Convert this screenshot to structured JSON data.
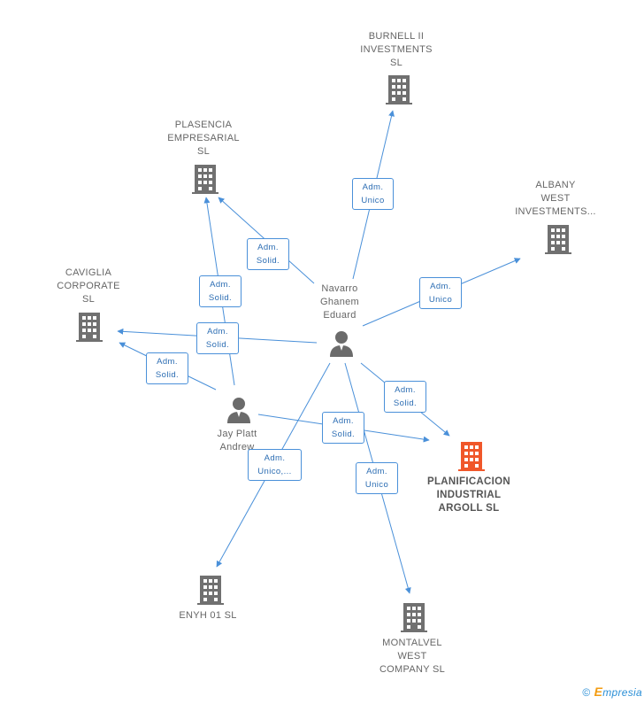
{
  "nodes": {
    "burnell": {
      "lines": [
        "BURNELL II",
        "INVESTMENTS",
        "SL"
      ],
      "kind": "company"
    },
    "plasencia": {
      "lines": [
        "PLASENCIA",
        "EMPRESARIAL",
        "SL"
      ],
      "kind": "company"
    },
    "albany": {
      "lines": [
        "ALBANY",
        "WEST",
        "INVESTMENTS..."
      ],
      "kind": "company"
    },
    "caviglia": {
      "lines": [
        "CAVIGLIA",
        "CORPORATE",
        "SL"
      ],
      "kind": "company"
    },
    "navarro": {
      "lines": [
        "Navarro",
        "Ghanem",
        "Eduard"
      ],
      "kind": "person"
    },
    "jay": {
      "lines": [
        "Jay Platt",
        "Andrew"
      ],
      "kind": "person"
    },
    "planificacion": {
      "lines": [
        "PLANIFICACION",
        "INDUSTRIAL",
        "ARGOLL  SL"
      ],
      "kind": "company-focus"
    },
    "enyh": {
      "lines": [
        "ENYH 01  SL"
      ],
      "kind": "company"
    },
    "montalvel": {
      "lines": [
        "MONTALVEL",
        "WEST",
        "COMPANY  SL"
      ],
      "kind": "company"
    }
  },
  "relations": {
    "navarro_burnell": [
      "Adm.",
      "Unico"
    ],
    "navarro_plasencia": [
      "Adm.",
      "Solid."
    ],
    "jay_plasencia": [
      "Adm.",
      "Solid."
    ],
    "navarro_albany": [
      "Adm.",
      "Unico"
    ],
    "navarro_caviglia": [
      "Adm.",
      "Solid."
    ],
    "jay_caviglia": [
      "Adm.",
      "Solid."
    ],
    "navarro_planificacion": [
      "Adm.",
      "Solid."
    ],
    "jay_planificacion": [
      "Adm.",
      "Solid."
    ],
    "navarro_enyh": [
      "Adm.",
      "Unico,..."
    ],
    "navarro_montalvel": [
      "Adm.",
      "Unico"
    ]
  },
  "colors": {
    "edge": "#4a90d9",
    "company_icon": "#707070",
    "focus_icon": "#f0572a",
    "person_icon": "#6b6b6b"
  },
  "footer": {
    "copyright": "©",
    "brand_initial": "E",
    "brand_rest": "mpresia"
  }
}
